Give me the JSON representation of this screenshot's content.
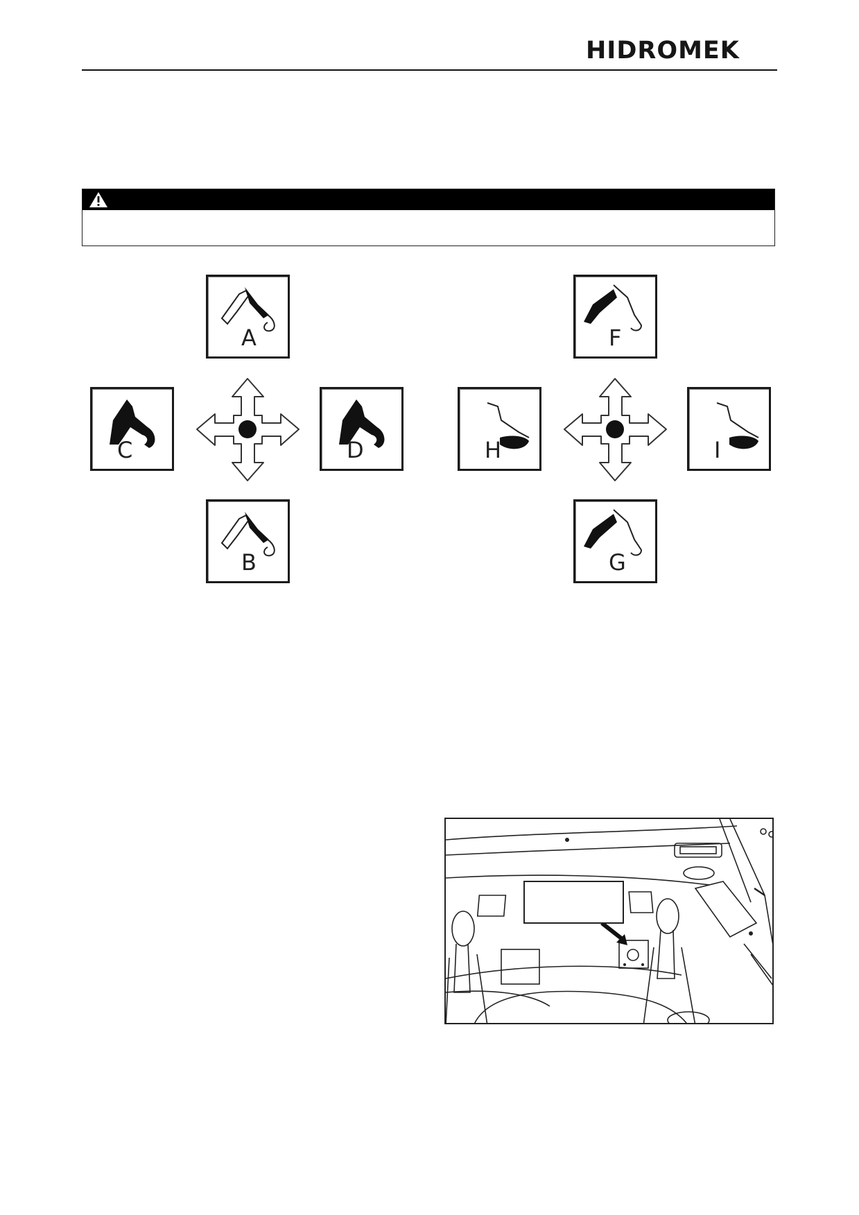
{
  "header": {
    "brand": "HIDROMEK"
  },
  "warning": {
    "heading": "",
    "text": ""
  },
  "left_pattern": {
    "tiles": {
      "up": "A",
      "down": "B",
      "left": "C",
      "right": "D"
    }
  },
  "right_pattern": {
    "tiles": {
      "up": "F",
      "down": "G",
      "left": "H",
      "right": "I"
    }
  },
  "cab_figure": {
    "callout_text": ""
  },
  "icons": [
    "warning-triangle-icon",
    "four-way-arrow-icon",
    "joystick-icon",
    "arrow-pointer-icon"
  ],
  "colors": {
    "ink": "#111111",
    "warning_bar": "#000000",
    "background": "#ffffff"
  }
}
